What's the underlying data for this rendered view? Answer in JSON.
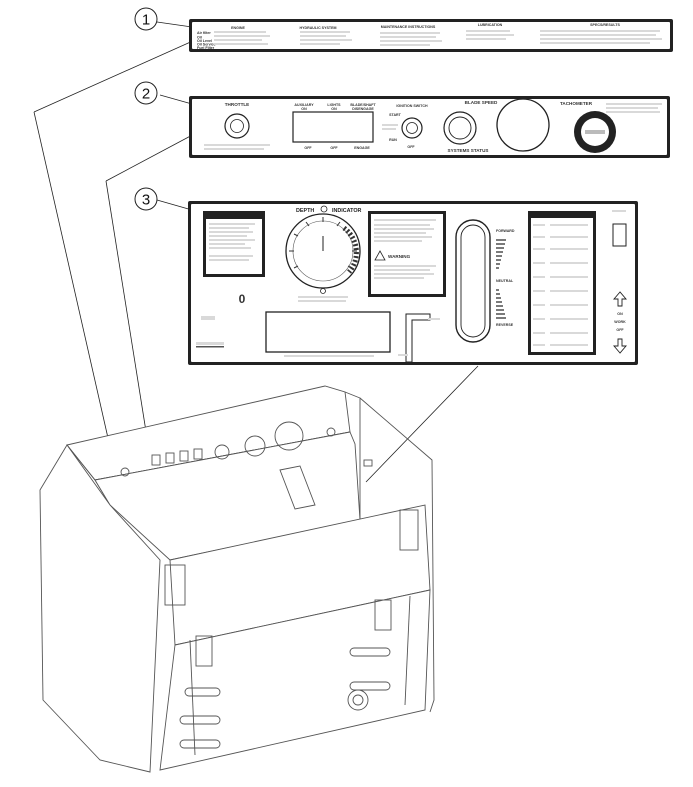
{
  "callouts": [
    "1",
    "2",
    "3"
  ],
  "decal1": {
    "headers": [
      "ENGINE",
      "HYDRAULIC SYSTEM",
      "MAINTENANCE INSTRUCTIONS",
      "LUBRICATION",
      "SPECS/RESULTS"
    ],
    "left_labels": [
      "Air filter",
      "Oil",
      "Oil Level",
      "Oil Service",
      "Fuel Filter"
    ]
  },
  "decal2": {
    "labels": {
      "throttle": "THROTTLE",
      "auxiliary": "AUXILIARY",
      "auxiliary_on": "ON",
      "lights": "LIGHTS",
      "lights_on": "ON",
      "blade": "BLADE/SHAFT",
      "blade_sub": "DISENGAGE",
      "off1": "OFF",
      "off2": "OFF",
      "engage": "ENGAGE",
      "ignition": "IGNITION SWITCH",
      "start": "START",
      "run": "RUN",
      "off3": "OFF",
      "blade_speed": "BLADE SPEED",
      "systems_status": "SYSTEMS STATUS",
      "tachometer": "TACHOMETER"
    }
  },
  "decal3": {
    "labels": {
      "depth": "DEPTH",
      "indicator": "INDICATOR",
      "forward": "FORWARD",
      "neutral": "NEUTRAL",
      "reverse": "REVERSE",
      "warning": "WARNING",
      "on": "ON",
      "work": "WORK",
      "off": "OFF",
      "zero": "0"
    }
  }
}
